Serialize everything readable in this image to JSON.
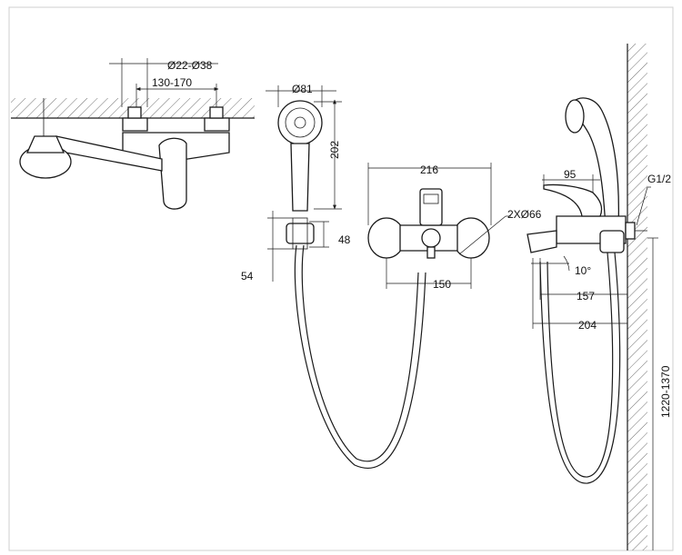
{
  "dimensions": {
    "pipe_diameter": "Ø22-Ø38",
    "inlet_spacing": "130-170",
    "head_diameter": "Ø81",
    "handset_length": "202",
    "holder_height": "48",
    "holder_depth": "54",
    "body_width": "216",
    "flange_diameter": "2XØ66",
    "center_distance": "150",
    "lever_length": "95",
    "thread": "G1/2",
    "spout_angle": "10°",
    "spout_reach": "157",
    "total_depth": "204",
    "mount_height": "1220-1370"
  }
}
